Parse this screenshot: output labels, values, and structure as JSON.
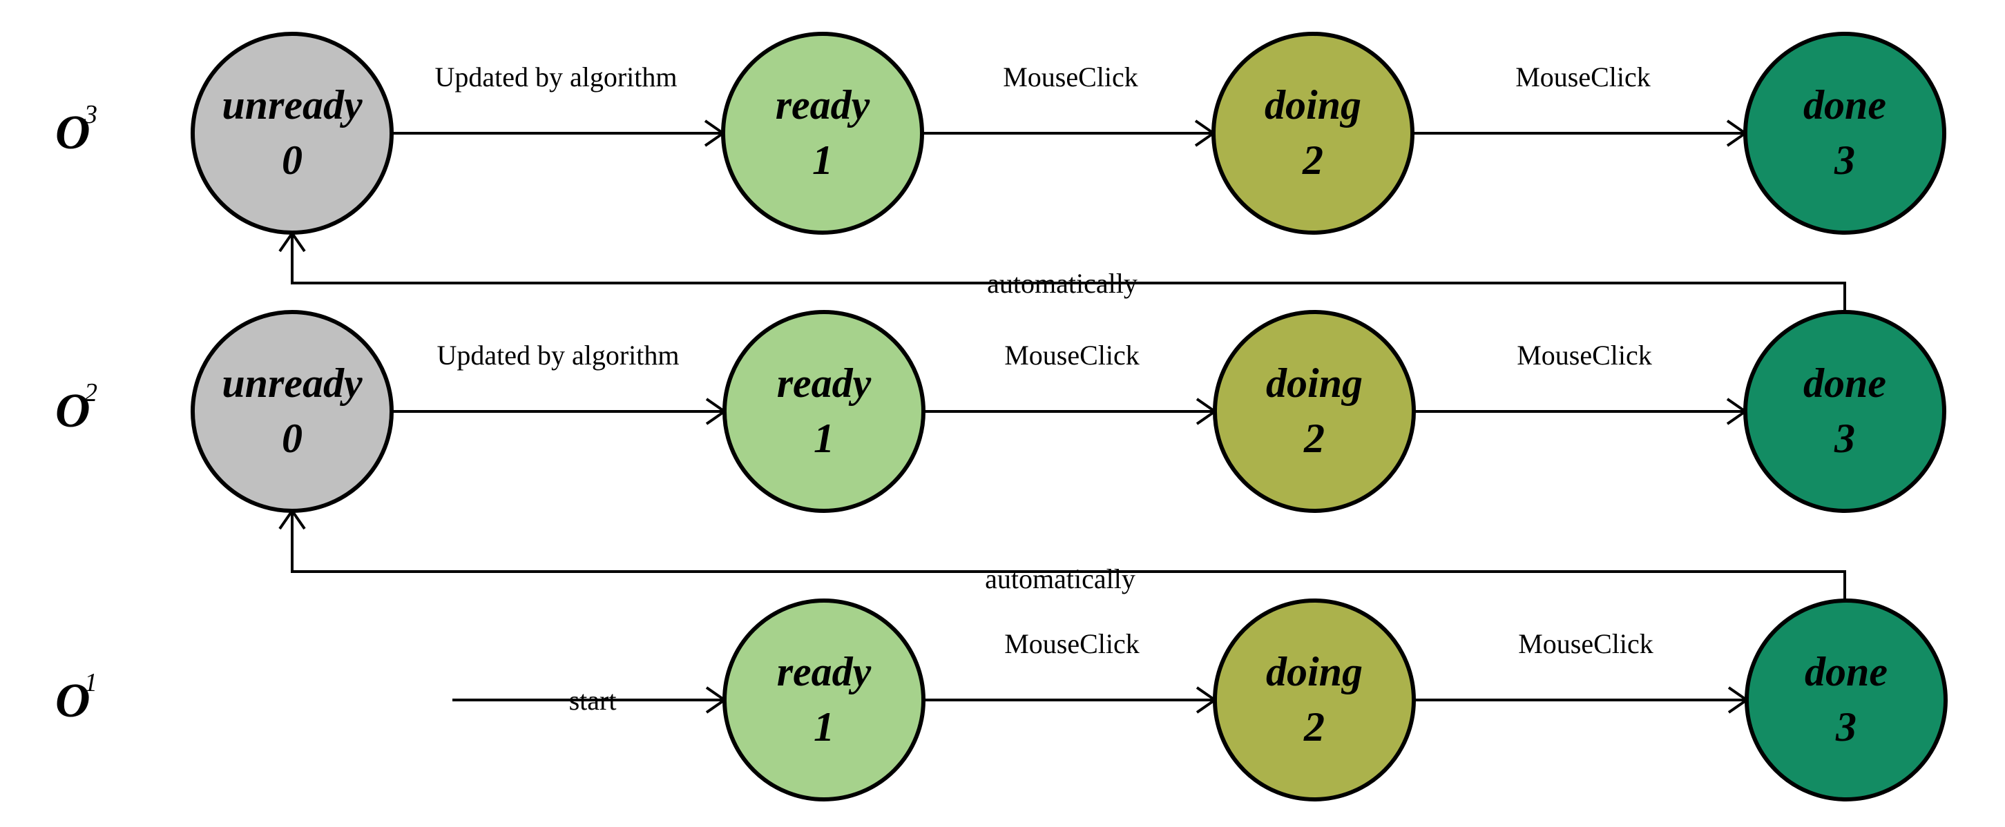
{
  "colors": {
    "unready": "#c0c0c0",
    "ready": "#a6d28c",
    "doing": "#abb24c",
    "done": "#138c63"
  },
  "rows": [
    {
      "label": "O",
      "sup": "3",
      "nodes": [
        {
          "state": "unready",
          "name": "unready",
          "code": "0"
        },
        {
          "state": "ready",
          "name": "ready",
          "code": "1"
        },
        {
          "state": "doing",
          "name": "doing",
          "code": "2"
        },
        {
          "state": "done",
          "name": "done",
          "code": "3"
        }
      ],
      "edges": [
        "Updated by algorithm",
        "MouseClick",
        "MouseClick"
      ]
    },
    {
      "label": "O",
      "sup": "2",
      "nodes": [
        {
          "state": "unready",
          "name": "unready",
          "code": "0"
        },
        {
          "state": "ready",
          "name": "ready",
          "code": "1"
        },
        {
          "state": "doing",
          "name": "doing",
          "code": "2"
        },
        {
          "state": "done",
          "name": "done",
          "code": "3"
        }
      ],
      "edges": [
        "Updated by algorithm",
        "MouseClick",
        "MouseClick"
      ]
    },
    {
      "label": "O",
      "sup": "1",
      "start_label": "start",
      "nodes": [
        {
          "state": "ready",
          "name": "ready",
          "code": "1"
        },
        {
          "state": "doing",
          "name": "doing",
          "code": "2"
        },
        {
          "state": "done",
          "name": "done",
          "code": "3"
        }
      ],
      "edges": [
        "MouseClick",
        "MouseClick"
      ]
    }
  ],
  "feedback": [
    {
      "label": "automatically"
    },
    {
      "label": "automatically"
    }
  ]
}
